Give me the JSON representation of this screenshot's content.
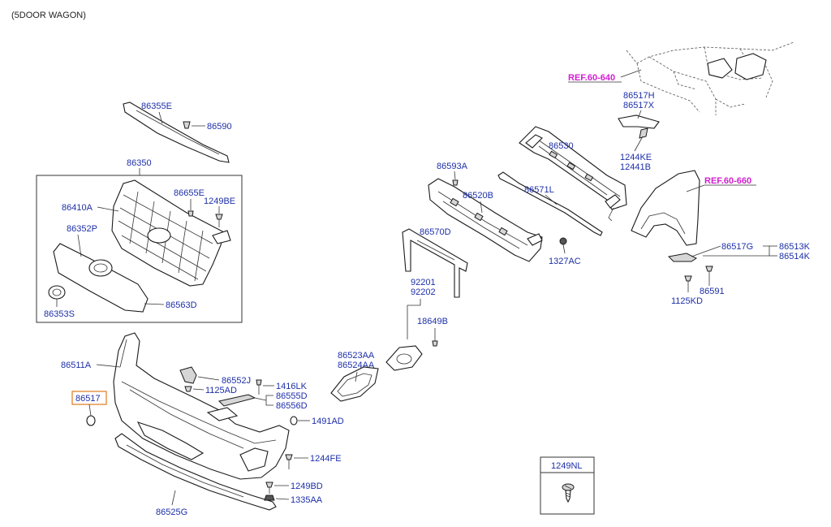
{
  "header": {
    "title": "(5DOOR WAGON)"
  },
  "refs": {
    "ref_640": "REF.60-640",
    "ref_660": "REF.60-660"
  },
  "labels": {
    "p86355E": "86355E",
    "p86590": "86590",
    "p86350": "86350",
    "p86655E": "86655E",
    "p1249BE": "1249BE",
    "p86410A": "86410A",
    "p86352P": "86352P",
    "p86563D": "86563D",
    "p86353S": "86353S",
    "p86593A": "86593A",
    "p86520B": "86520B",
    "p86530": "86530",
    "p86571L": "86571L",
    "p86570D": "86570D",
    "p1327AC": "1327AC",
    "p86517H": "86517H",
    "p86517X": "86517X",
    "p1244KE": "1244KE",
    "p12441B": "12441B",
    "p86517G": "86517G",
    "p86513K": "86513K",
    "p86514K": "86514K",
    "p86591": "86591",
    "p1125KD": "1125KD",
    "p92201": "92201",
    "p92202": "92202",
    "p18649B": "18649B",
    "p86523AA": "86523AA",
    "p86524AA": "86524AA",
    "p86511A": "86511A",
    "p86517": "86517",
    "p86552J": "86552J",
    "p1416LK": "1416LK",
    "p1125AD": "1125AD",
    "p86555D": "86555D",
    "p86556D": "86556D",
    "p1491AD": "1491AD",
    "p1244FE": "1244FE",
    "p1249BD": "1249BD",
    "p1335AA": "1335AA",
    "p86525G": "86525G",
    "p1249NL": "1249NL"
  },
  "colors": {
    "part_number": "#1d2fa8",
    "reference": "#d01fd0",
    "highlight": "#e07a1f"
  }
}
